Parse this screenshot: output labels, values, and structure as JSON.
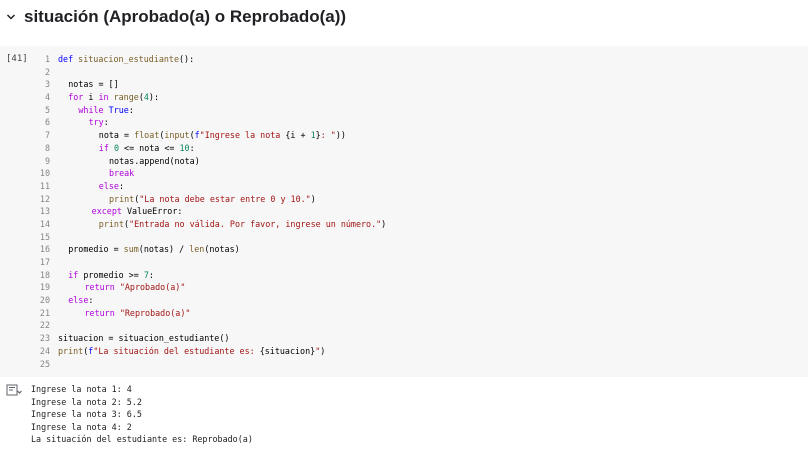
{
  "section": {
    "title": "situación (Aprobado(a) o Reprobado(a))"
  },
  "cell": {
    "execution_count": "[41]",
    "lines": [
      {
        "n": "1",
        "indent": 0,
        "tokens": [
          [
            "kw",
            "def "
          ],
          [
            "fn",
            "situacion_estudiante"
          ],
          [
            "code",
            "():"
          ]
        ]
      },
      {
        "n": "2",
        "indent": 0,
        "tokens": []
      },
      {
        "n": "3",
        "indent": 1,
        "tokens": [
          [
            "code",
            "notas = []"
          ]
        ]
      },
      {
        "n": "4",
        "indent": 1,
        "tokens": [
          [
            "ctl",
            "for "
          ],
          [
            "code",
            "i "
          ],
          [
            "ctl",
            "in "
          ],
          [
            "fn",
            "range"
          ],
          [
            "code",
            "("
          ],
          [
            "num",
            "4"
          ],
          [
            "code",
            "):"
          ]
        ]
      },
      {
        "n": "5",
        "indent": 2,
        "tokens": [
          [
            "ctl",
            "while "
          ],
          [
            "kw",
            "True"
          ],
          [
            "code",
            ":"
          ]
        ]
      },
      {
        "n": "6",
        "indent": 3,
        "tokens": [
          [
            "ctl",
            "try"
          ],
          [
            "code",
            ":"
          ]
        ]
      },
      {
        "n": "7",
        "indent": 4,
        "tokens": [
          [
            "code",
            "nota = "
          ],
          [
            "fn",
            "float"
          ],
          [
            "code",
            "("
          ],
          [
            "fn",
            "input"
          ],
          [
            "code",
            "("
          ],
          [
            "kw",
            "f"
          ],
          [
            "str",
            "\"Ingrese la nota "
          ],
          [
            "code",
            "{i + "
          ],
          [
            "num",
            "1"
          ],
          [
            "code",
            "}"
          ],
          [
            "str",
            ": \""
          ],
          [
            "code",
            "))"
          ]
        ]
      },
      {
        "n": "8",
        "indent": 4,
        "tokens": [
          [
            "ctl",
            "if "
          ],
          [
            "num",
            "0"
          ],
          [
            "code",
            " <= nota <= "
          ],
          [
            "num",
            "10"
          ],
          [
            "code",
            ":"
          ]
        ]
      },
      {
        "n": "9",
        "indent": 5,
        "tokens": [
          [
            "code",
            "notas.append(nota)"
          ]
        ]
      },
      {
        "n": "10",
        "indent": 5,
        "tokens": [
          [
            "ctl",
            "break"
          ]
        ]
      },
      {
        "n": "11",
        "indent": 4,
        "tokens": [
          [
            "ctl",
            "else"
          ],
          [
            "code",
            ":"
          ]
        ]
      },
      {
        "n": "12",
        "indent": 5,
        "tokens": [
          [
            "fn",
            "print"
          ],
          [
            "code",
            "("
          ],
          [
            "str",
            "\"La nota debe estar entre 0 y 10.\""
          ],
          [
            "code",
            ")"
          ]
        ]
      },
      {
        "n": "13",
        "indent": 3.3,
        "tokens": [
          [
            "ctl",
            "except "
          ],
          [
            "code",
            "ValueError:"
          ]
        ]
      },
      {
        "n": "14",
        "indent": 4,
        "tokens": [
          [
            "fn",
            "print"
          ],
          [
            "code",
            "("
          ],
          [
            "str",
            "\"Entrada no válida. Por favor, ingrese un número.\""
          ],
          [
            "code",
            ")"
          ]
        ]
      },
      {
        "n": "15",
        "indent": 0,
        "tokens": []
      },
      {
        "n": "16",
        "indent": 1,
        "tokens": [
          [
            "code",
            "promedio = "
          ],
          [
            "fn",
            "sum"
          ],
          [
            "code",
            "(notas) / "
          ],
          [
            "fn",
            "len"
          ],
          [
            "code",
            "(notas)"
          ]
        ]
      },
      {
        "n": "17",
        "indent": 0,
        "tokens": []
      },
      {
        "n": "18",
        "indent": 1,
        "tokens": [
          [
            "ctl",
            "if "
          ],
          [
            "code",
            "promedio >= "
          ],
          [
            "num",
            "7"
          ],
          [
            "code",
            ":"
          ]
        ]
      },
      {
        "n": "19",
        "indent": 2.6,
        "tokens": [
          [
            "ctl",
            "return "
          ],
          [
            "str",
            "\"Aprobado(a)\""
          ]
        ]
      },
      {
        "n": "20",
        "indent": 1,
        "tokens": [
          [
            "ctl",
            "else"
          ],
          [
            "code",
            ":"
          ]
        ]
      },
      {
        "n": "21",
        "indent": 2.6,
        "tokens": [
          [
            "ctl",
            "return "
          ],
          [
            "str",
            "\"Reprobado(a)\""
          ]
        ]
      },
      {
        "n": "22",
        "indent": 0,
        "tokens": []
      },
      {
        "n": "23",
        "indent": 0,
        "tokens": [
          [
            "code",
            "situacion = situacion_estudiante()"
          ]
        ]
      },
      {
        "n": "24",
        "indent": 0,
        "tokens": [
          [
            "fn",
            "print"
          ],
          [
            "code",
            "("
          ],
          [
            "kw",
            "f"
          ],
          [
            "str",
            "\"La situación del estudiante es: "
          ],
          [
            "code",
            "{situacion}"
          ],
          [
            "str",
            "\""
          ],
          [
            "code",
            ")"
          ]
        ]
      },
      {
        "n": "25",
        "indent": 0,
        "tokens": []
      }
    ]
  },
  "output": {
    "icon": "output-toggle-icon",
    "lines": [
      "Ingrese la nota 1: 4",
      "Ingrese la nota 2: 5.2",
      "Ingrese la nota 3: 6.5",
      "Ingrese la nota 4: 2",
      "La situación del estudiante es: Reprobado(a)"
    ]
  }
}
